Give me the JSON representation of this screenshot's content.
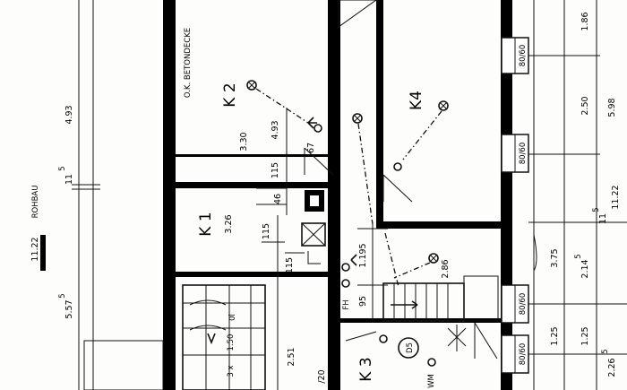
{
  "rooms": {
    "k1": "K 1",
    "k2": "K 2",
    "k3": "K 3",
    "k4": "K4"
  },
  "labels": {
    "betondecke": "O.K. BETONDECKE",
    "rohbau_value": "11.22",
    "rohbau": "ROHBAU",
    "fh": "FH",
    "wm": "WM",
    "d5": "D5"
  },
  "room_heights": {
    "k1": "3.26",
    "k2": "3.30"
  },
  "dimensions": {
    "left_4_93": "4.93",
    "left_11_5": "11",
    "left_11_5_sup": "5",
    "left_5_57": "5.57",
    "left_5_57_sup": "5",
    "k2_4_93": "4.93",
    "k2_115": "115",
    "k2_67": "67",
    "k2_46": "46",
    "k1_115a": "115",
    "k1_115b": "115",
    "k1_2_51": "2.51",
    "k1_20": "/20",
    "h_1195": "1.195",
    "h_95": "95",
    "h_2_86": "2.86",
    "r_1_86": "1.86",
    "r_2_50": "2.50",
    "r_5_98": "5.98",
    "r_11_22": "11.22",
    "r_11_5": "11",
    "r_11_5_sup": "5",
    "r_3_75": "3.75",
    "r_2_14": "2.14",
    "r_2_14_sup": "5",
    "r_1_25": "1.25",
    "r_1_25b": "1.25",
    "r_2_26": "2.26",
    "r_2_26_sup": "5"
  },
  "windows": [
    "80/60",
    "80/60",
    "80/60",
    "80/60"
  ],
  "cabinet": {
    "shelf_a": "0l",
    "shelf_b": "1.50",
    "shelf_c": "3 x"
  }
}
